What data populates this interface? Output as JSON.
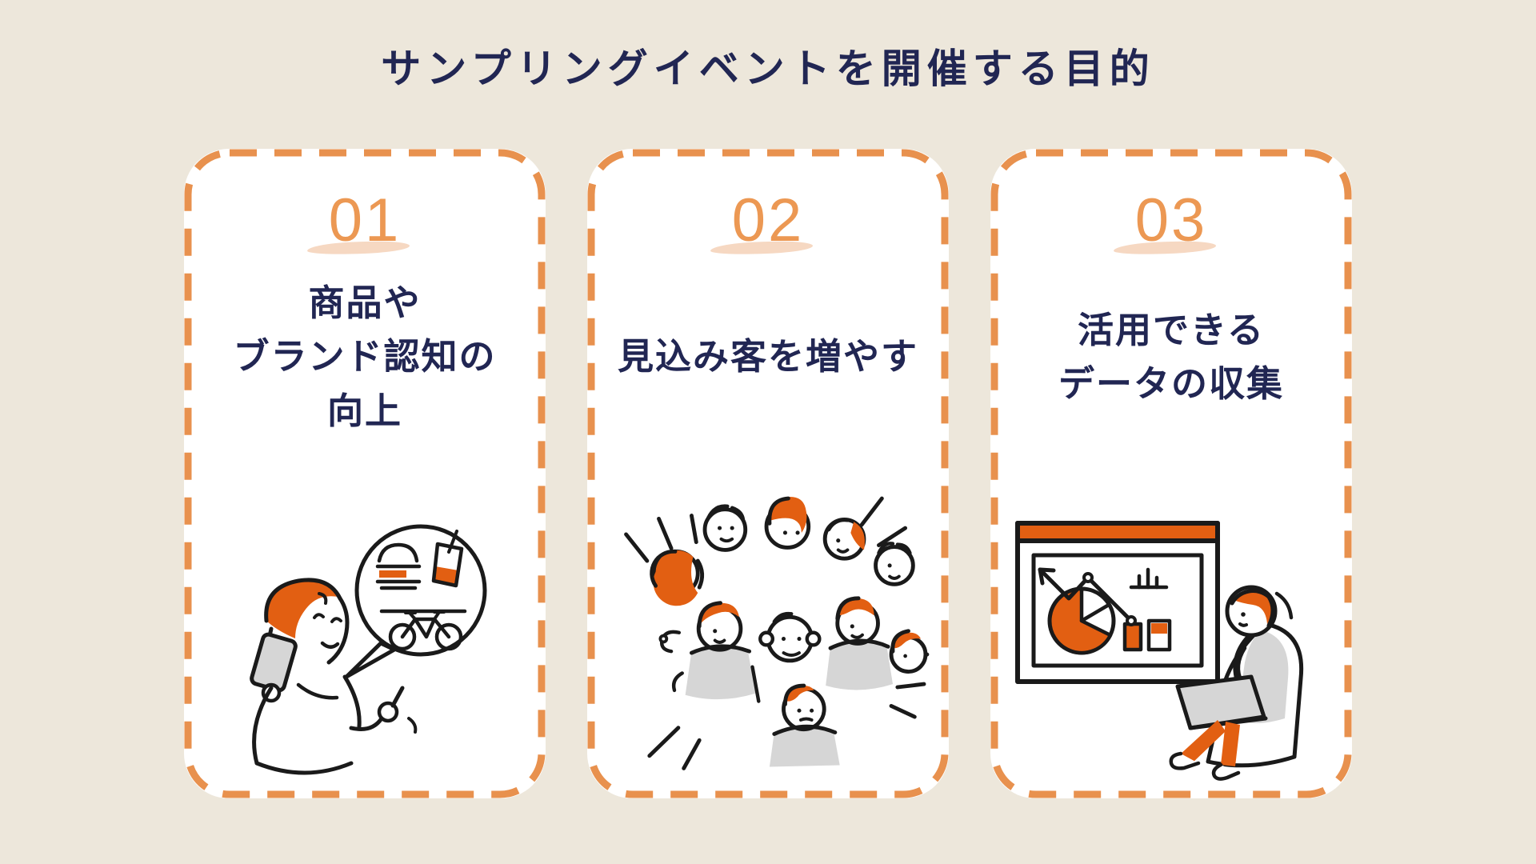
{
  "title": "サンプリングイベントを開催する目的",
  "colors": {
    "bg": "#EDE7DB",
    "card_bg": "#FFFFFF",
    "border_orange": "#E8914E",
    "number_orange": "#EC9853",
    "underline_peach": "#F6D8C2",
    "text_navy": "#212653",
    "illus_orange": "#E25F12",
    "illus_gray": "#D6D6D6",
    "line_black": "#1A1A1A"
  },
  "cards": [
    {
      "number": "01",
      "title_lines": [
        "商品や",
        "ブランド認知の",
        "向上"
      ],
      "illustration": "person-with-phone-and-speech-bubble"
    },
    {
      "number": "02",
      "title_lines": [
        "見込み客を増やす"
      ],
      "illustration": "crowd-of-people"
    },
    {
      "number": "03",
      "title_lines": [
        "活用できる",
        "データの収集"
      ],
      "illustration": "person-analyzing-data-board"
    }
  ]
}
